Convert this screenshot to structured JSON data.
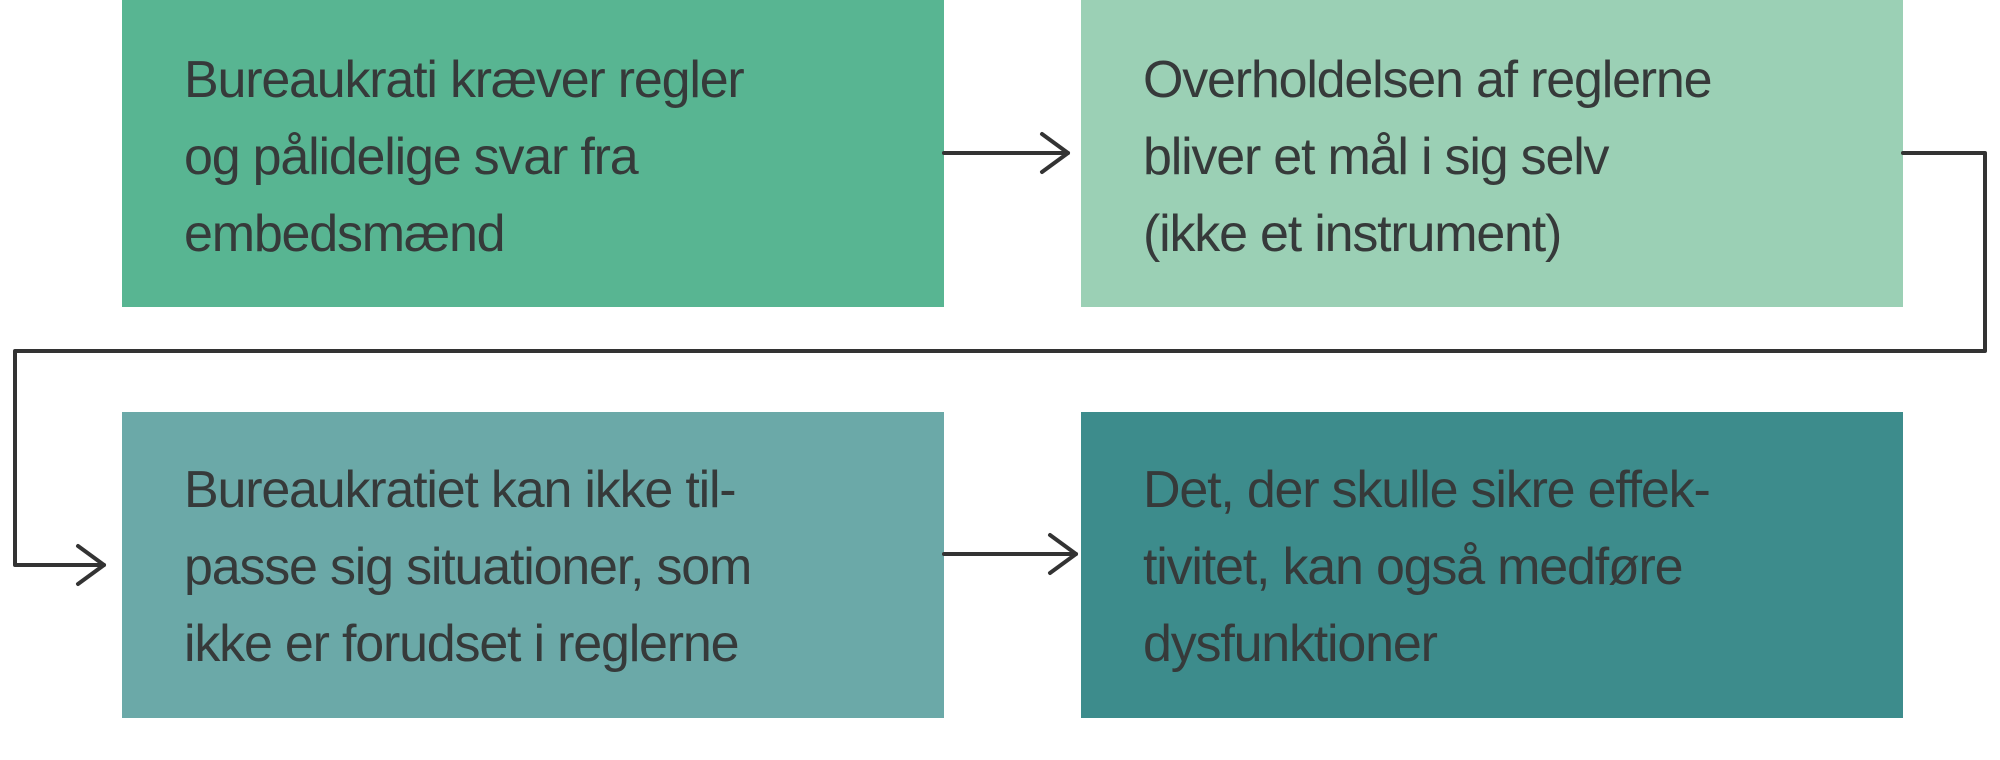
{
  "diagram": {
    "type": "flow",
    "boxes": [
      {
        "id": "b1",
        "color": "#58b592",
        "lines": [
          "Bureaukrati kræver regler",
          "og pålidelige svar fra",
          "embedsmænd"
        ]
      },
      {
        "id": "b2",
        "color": "#9bd0b5",
        "lines": [
          "Overholdelsen af reglerne",
          "bliver et mål i sig selv",
          "(ikke et instrument)"
        ]
      },
      {
        "id": "b3",
        "color": "#6ba9a8",
        "lines": [
          "Bureaukratiet kan ikke til-",
          "passe sig situationer, som",
          "ikke er forudset i reglerne"
        ]
      },
      {
        "id": "b4",
        "color": "#3d8c8c",
        "lines": [
          "Det, der skulle sikre effek-",
          "tivitet, kan også medføre",
          "dysfunktioner"
        ]
      }
    ],
    "edges": [
      {
        "from": "b1",
        "to": "b2"
      },
      {
        "from": "b2",
        "to": "b3"
      },
      {
        "from": "b3",
        "to": "b4"
      }
    ],
    "arrow_color": "#333333"
  }
}
